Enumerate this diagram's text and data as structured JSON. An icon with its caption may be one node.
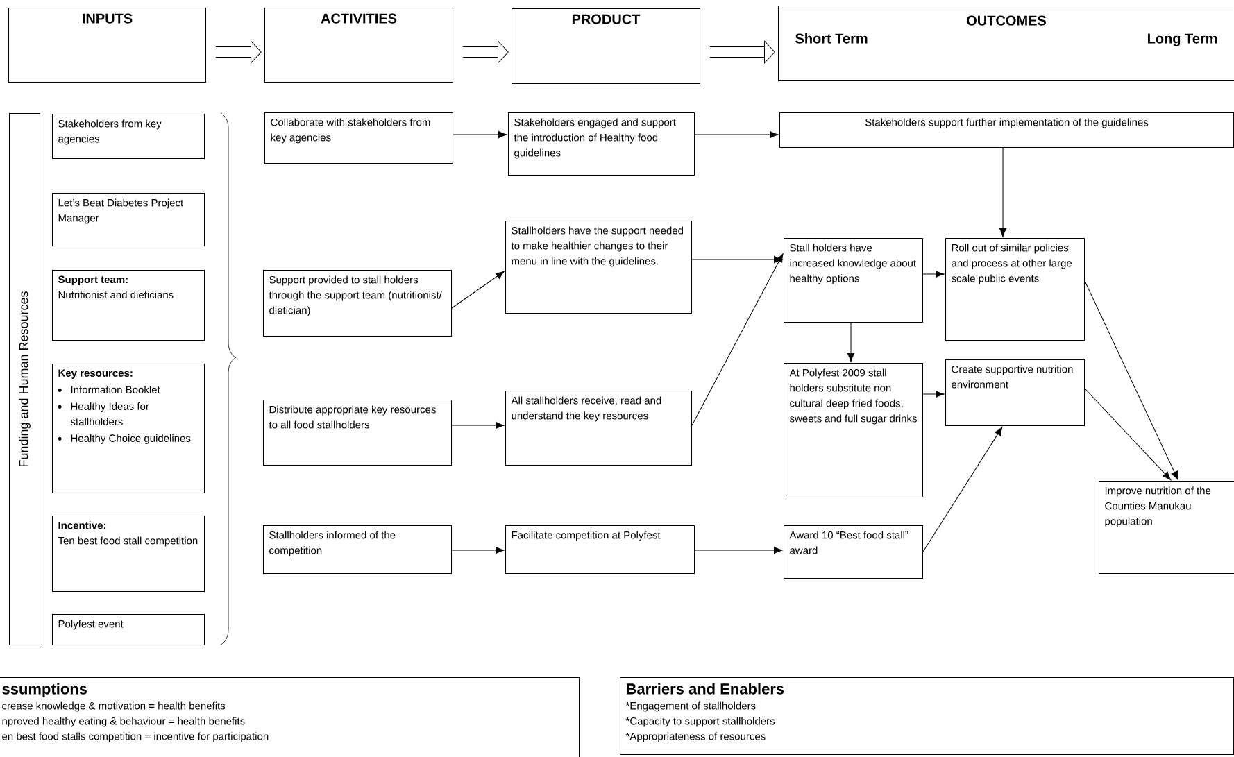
{
  "diagram": {
    "nodes": [
      {
        "text": [
          "INPUTS"
        ]
      },
      {
        "text": [
          "ACTIVITIES"
        ]
      },
      {
        "text": [
          "PRODUCT"
        ]
      },
      {
        "text": [
          "OUTCOMES",
          "Short Term",
          "Long Term"
        ]
      },
      {
        "text": [
          "Funding and Human Resources"
        ]
      },
      {
        "text": [
          "Stakeholders from key agencies"
        ]
      },
      {
        "text": [
          "Let’s Beat Diabetes Project Manager"
        ]
      },
      {
        "text": [
          "Support team:",
          "Nutritionist and dieticians"
        ]
      },
      {
        "text": [
          "Key resources:",
          "Information Booklet",
          "Healthy Ideas for stallholders",
          "Healthy Choice guidelines"
        ]
      },
      {
        "text": [
          "Incentive:",
          "Ten best food stall competition"
        ]
      },
      {
        "text": [
          "Polyfest event"
        ]
      },
      {
        "text": [
          "Collaborate with stakeholders from key agencies"
        ]
      },
      {
        "text": [
          "Support provided to stall holders through the support team (nutritionist/ dietician)"
        ]
      },
      {
        "text": [
          "Distribute appropriate key resources to all food stallholders"
        ]
      },
      {
        "text": [
          "Stallholders informed of the competition"
        ]
      },
      {
        "text": [
          "Stakeholders engaged and support the introduction of Healthy food guidelines"
        ]
      },
      {
        "text": [
          "Stallholders have the support needed to make healthier changes to their menu in line with the guidelines."
        ]
      },
      {
        "text": [
          "All stallholders receive, read and understand the key resources"
        ]
      },
      {
        "text": [
          "Facilitate competition at Polyfest"
        ]
      },
      {
        "text": [
          "Stakeholders support further implementation of the guidelines"
        ]
      },
      {
        "text": [
          "Stall holders have increased knowledge about healthy options"
        ]
      },
      {
        "text": [
          "At Polyfest 2009 stall holders substitute non cultural deep fried foods, sweets and full sugar drinks"
        ]
      },
      {
        "text": [
          "Award 10 “Best food stall” award"
        ]
      },
      {
        "text": [
          "Roll out of similar policies and process at other large scale public events"
        ]
      },
      {
        "text": [
          "Create supportive nutrition environment"
        ]
      },
      {
        "text": [
          "Improve nutrition of the Counties Manukau population"
        ]
      },
      {
        "text": [
          "ssumptions",
          "crease knowledge & motivation = health benefits",
          "nproved healthy eating & behaviour = health benefits",
          "en best food stalls competition = incentive for participation"
        ]
      },
      {
        "text": [
          "Barriers and Enablers",
          "*Engagement of stallholders",
          "*Capacity to support stallholders",
          "*Appropriateness of resources"
        ]
      }
    ],
    "edges": [
      {
        "from": 0,
        "to": 1,
        "arrow": "to",
        "style": "thick"
      },
      {
        "from": 1,
        "to": 2,
        "arrow": "to",
        "style": "thick"
      },
      {
        "from": 2,
        "to": 3,
        "arrow": "to",
        "style": "thick"
      },
      {
        "from": 11,
        "to": 15,
        "arrow": "to"
      },
      {
        "from": 12,
        "to": 16,
        "arrow": "to"
      },
      {
        "from": 13,
        "to": 17,
        "arrow": "to"
      },
      {
        "from": 14,
        "to": 18,
        "arrow": "to"
      },
      {
        "from": 15,
        "to": 19,
        "arrow": "to"
      },
      {
        "from": 16,
        "to": 20,
        "arrow": "to"
      },
      {
        "from": 17,
        "to": 20,
        "arrow": "to"
      },
      {
        "from": 18,
        "to": 22,
        "arrow": "to"
      },
      {
        "from": 19,
        "to": 23,
        "arrow": "to"
      },
      {
        "from": 20,
        "to": 23,
        "arrow": "to"
      },
      {
        "from": 20,
        "to": 21,
        "arrow": "to"
      },
      {
        "from": 21,
        "to": 24,
        "arrow": "to"
      },
      {
        "from": 22,
        "to": 24,
        "arrow": "to"
      },
      {
        "from": 23,
        "to": 25,
        "arrow": "to"
      },
      {
        "from": 24,
        "to": 25,
        "arrow": "to"
      }
    ]
  }
}
